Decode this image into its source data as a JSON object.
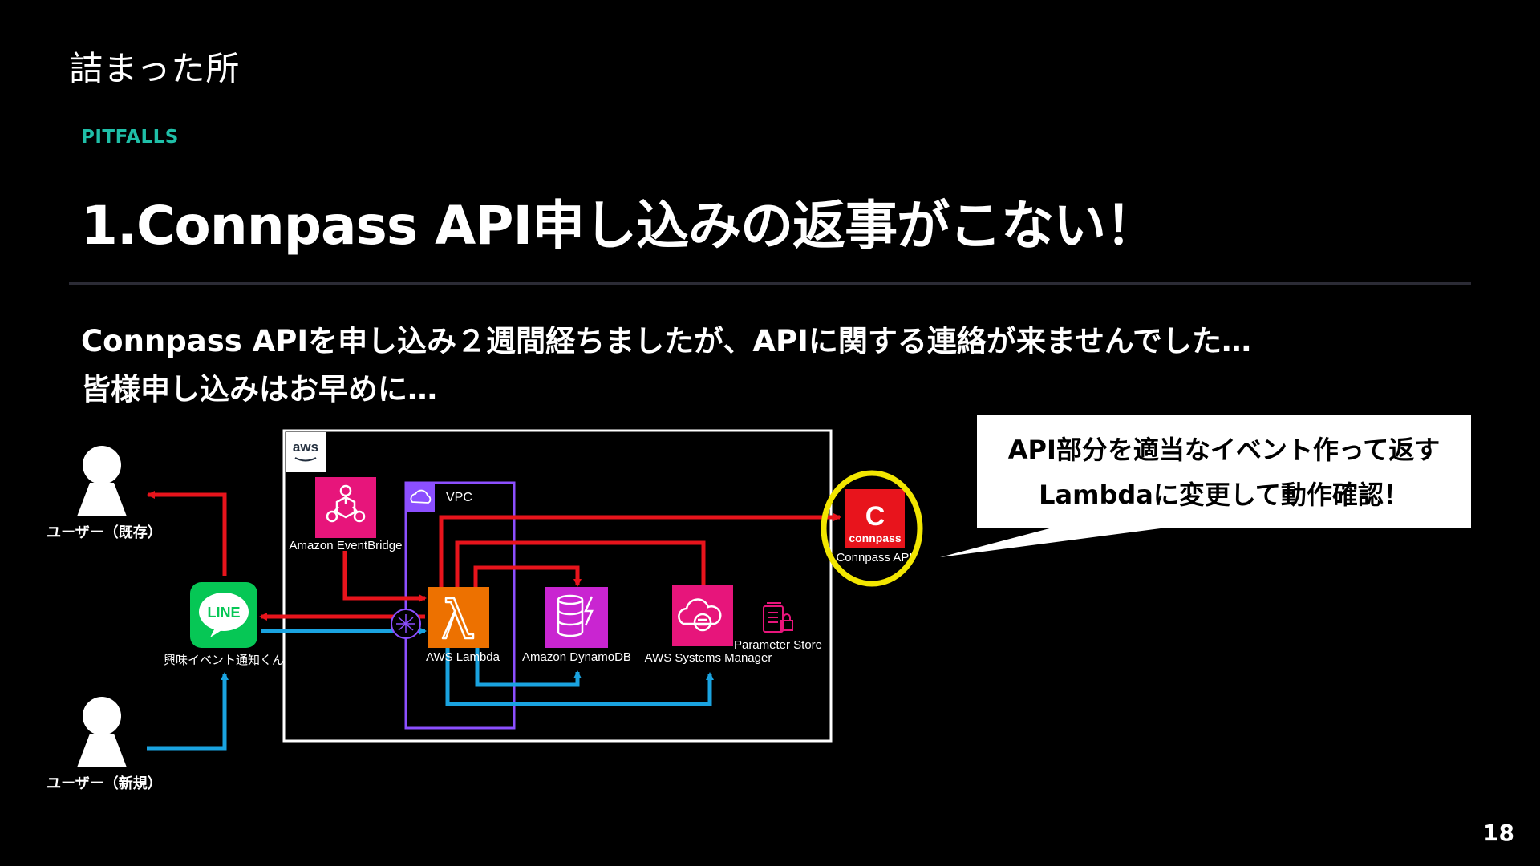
{
  "slide": {
    "section_title": "詰まった所",
    "kicker": "PITFALLS",
    "headline": "1.Connpass API申し込みの返事がこない！",
    "body_line_1": "Connpass APIを申し込み２週間経ちましたが、APIに関する連絡が来ませんでした…",
    "body_line_2": "皆様申し込みはお早めに…",
    "page_number": "18"
  },
  "callout": {
    "line_1": "API部分を適当なイベント作って返す",
    "line_2": "Lambdaに変更して動作確認！"
  },
  "diagram": {
    "user_existing": "ユーザー（既存）",
    "user_new": "ユーザー（新規）",
    "line_bot": "興味イベント通知くん",
    "line_logo": "LINE",
    "aws_logo": "aws",
    "vpc_label": "VPC",
    "eventbridge": "Amazon EventBridge",
    "lambda": "AWS Lambda",
    "dynamodb": "Amazon DynamoDB",
    "ssm": "AWS Systems Manager",
    "param_store": "Parameter Store",
    "connpass_api": "Connpass API",
    "connpass_logo_letter": "C",
    "connpass_logo_word": "connpass",
    "colors": {
      "red_flow": "#e8141c",
      "blue_flow": "#1aa3e0",
      "vpc_border": "#8c4fff",
      "eventbridge": "#e7157b",
      "lambda": "#ed7100",
      "dynamodb": "#c925d1",
      "ssm": "#e7157b",
      "line_green": "#06c755",
      "highlight": "#f2e600",
      "kicker": "#1fbfa8"
    }
  }
}
